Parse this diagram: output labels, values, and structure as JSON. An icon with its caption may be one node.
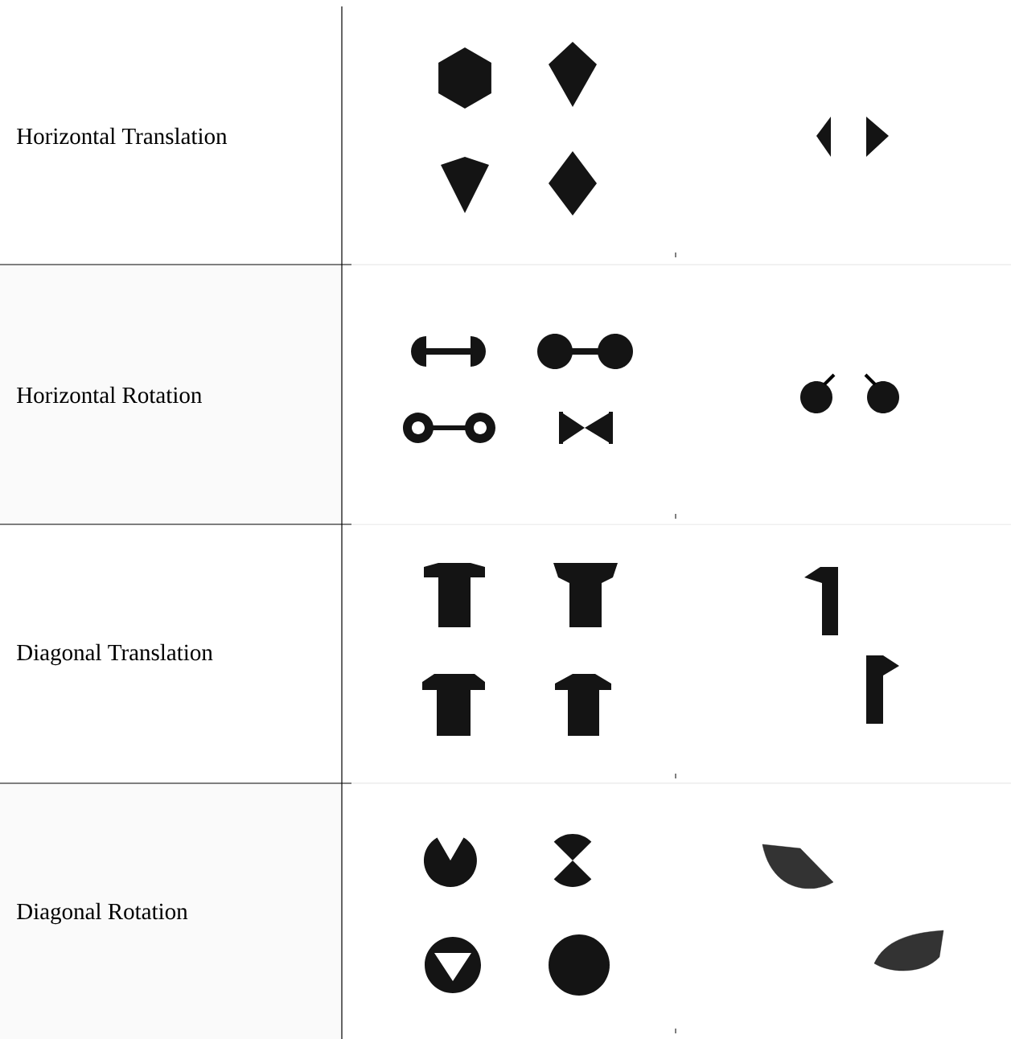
{
  "diagram": {
    "labels": [
      "Horizontal Translation",
      "Horizontal Rotation",
      "Diagonal Translation",
      "Diagonal Rotation"
    ]
  }
}
